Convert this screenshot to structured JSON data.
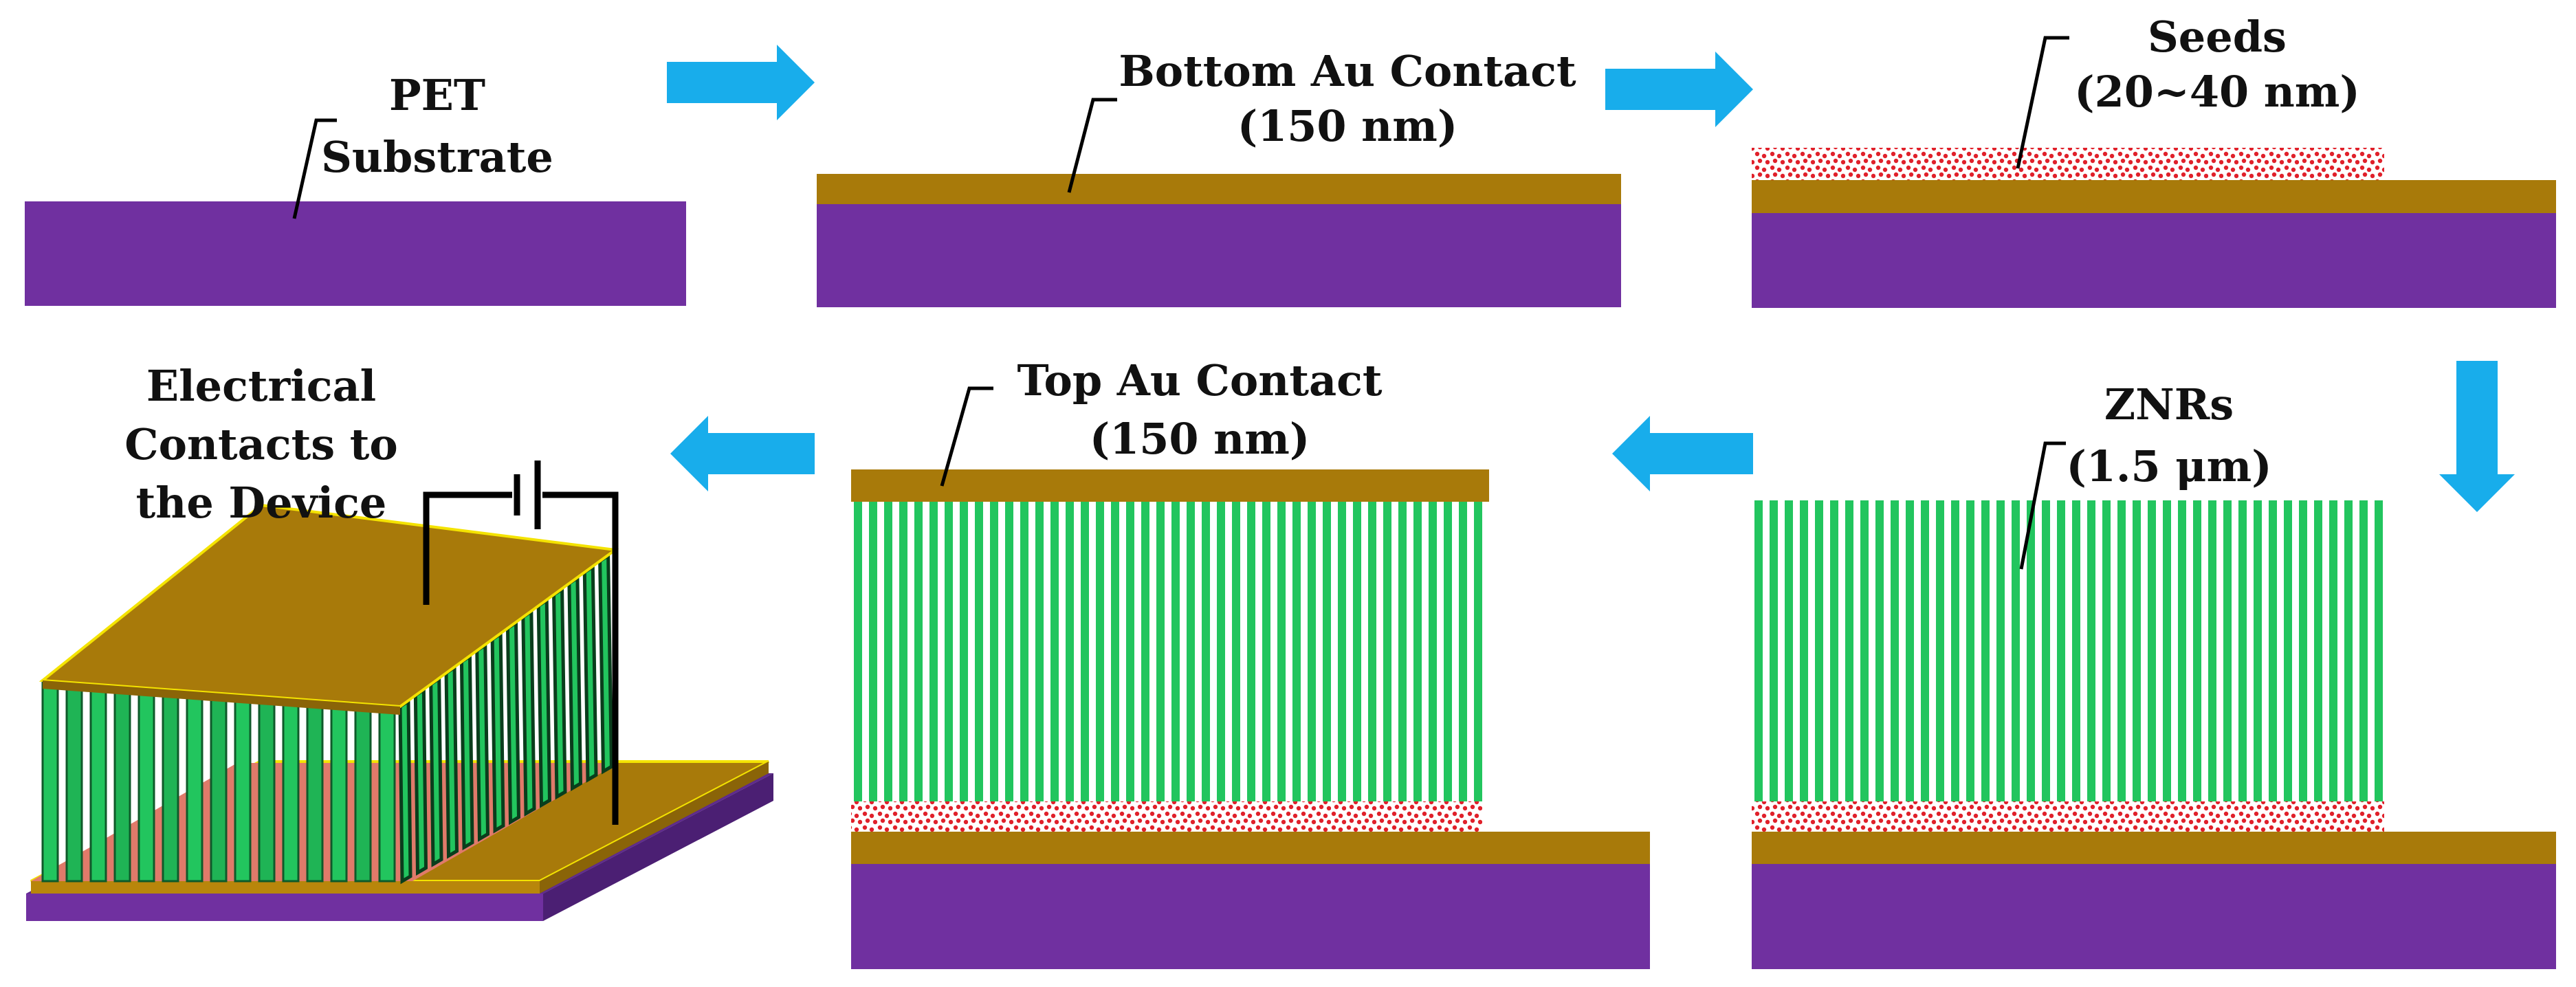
{
  "colors": {
    "substrate": "#7030A0",
    "gold": "#A87A0A",
    "gold_side": "#B8860B",
    "seed_dot": "#E0202A",
    "nanorod": "#22C55E",
    "nanorod_dark": "#0F5A2A",
    "arrow": "#18ADEB",
    "wire": "#000000"
  },
  "labels": {
    "pet_line1": "PET",
    "pet_line2": "Substrate",
    "bottom_au_line1": "Bottom Au Contact",
    "bottom_au_line2": "(150 nm)",
    "seeds_line1": "Seeds",
    "seeds_line2": "(20~40 nm)",
    "znrs_line1": "ZNRs",
    "znrs_line2": "(1.5 μm)",
    "top_au_line1": "Top Au Contact",
    "top_au_line2": "(150 nm)",
    "electrical_line1": "Electrical",
    "electrical_line2": "Contacts to",
    "electrical_line3": "the Device"
  },
  "flow": {
    "steps": [
      "PET Substrate",
      "Bottom Au Contact",
      "Seeds",
      "ZNRs",
      "Top Au Contact",
      "Electrical Contacts to the Device"
    ],
    "arrow_directions": [
      "right",
      "right",
      "down",
      "left",
      "left"
    ]
  },
  "icons": [
    "process-arrow-icon",
    "battery-symbol-icon"
  ]
}
